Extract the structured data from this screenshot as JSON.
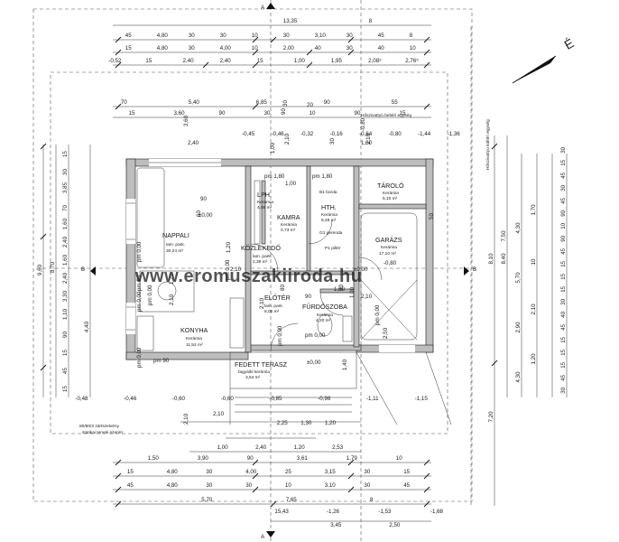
{
  "watermark": "www.eromuszakiiroda.hu",
  "compass": "É",
  "rooms": {
    "nappali": {
      "name": "NAPPALI",
      "floor": "lam. park.",
      "area": "30,24 m²"
    },
    "konyha": {
      "name": "KONYHA",
      "floor": "Kerámia",
      "area": "11,52 m²"
    },
    "lph": {
      "name": "LPH.",
      "floor": "Kerámia",
      "area": "4,85 m²"
    },
    "kamra": {
      "name": "KAMRA",
      "floor": "Kerámia",
      "area": "0,73 m²"
    },
    "hth": {
      "name": "HTH.",
      "floor": "Kerámia",
      "area": "8,48 m²"
    },
    "kozlekedo": {
      "name": "KÖZLEKEDŐ",
      "floor": "lam. park.",
      "area": "2,39 m²"
    },
    "eloter": {
      "name": "ELŐTÉR",
      "floor": "lam. park.",
      "area": "8,05 m²"
    },
    "furdoszoba": {
      "name": "FÜRDŐSZOBA",
      "floor": "Kerámia",
      "area": "4,20 m²"
    },
    "tarolo": {
      "name": "TÁROLÓ",
      "floor": "Kerámia",
      "area": "5,10 m²"
    },
    "garazs": {
      "name": "GARÁZS",
      "floor": "Kerámia",
      "area": "17,10 m²"
    },
    "terasz": {
      "name": "FEDETT TERASZ",
      "floor": "fagyálló kerámia",
      "area": "3,54 m²"
    }
  },
  "labels": {
    "hoszivattyu_kulteri": "Hőszivattyú kültéri egység",
    "hoszivattyu_belteri": "Hőszivattyú beltéri egység",
    "b1_borda": "B1 borda",
    "g1_gerenda": "G1 gerenda",
    "p1_piller": "P1 pillér",
    "zartszelveny": "80/80/3 zártszelvény",
    "statikai": "statikai tervek szerint",
    "pm180a": "pm 1,80",
    "pm180b": "pm 1,80",
    "pm90a": "pm 90",
    "pm90b": "pm 90",
    "pm000a": "pm 0,00",
    "pm000b": "pm 0,00",
    "pm000c": "pm 0,00",
    "pm000d": "pm 0,00",
    "pm000e": "pm 0,00",
    "pm000f": "pm 0,00",
    "pm000g": "pm 0,00",
    "pm000h": "pm 0,00",
    "elev_000a": "±0,00",
    "elev_000b": "±0,00",
    "elev_000c": "±0,00",
    "section_b_left": "B",
    "section_b_right": "B",
    "section_a_top": "A",
    "section_a_bottom": "A"
  },
  "top_dims": {
    "row1": [
      "13,35",
      "8"
    ],
    "row2": [
      "45",
      "4,80",
      "30",
      "30",
      "10",
      "30",
      "3,10",
      "30",
      "45",
      "8"
    ],
    "row3": [
      "15",
      "4,80",
      "30",
      "4,00",
      "10",
      "2,00",
      "40",
      "30",
      "40",
      "10"
    ],
    "row4": [
      "-0,52",
      "15",
      "2,40",
      "2,40",
      "15",
      "1,00",
      "1,95",
      "2,08⁵",
      "2,76⁵"
    ],
    "row5": [
      "70",
      "5,40",
      "6,85",
      "90",
      "55"
    ],
    "row6": [
      "15",
      "3,60",
      "90",
      "30",
      "10",
      "90",
      "15"
    ],
    "levels": [
      "-0,45",
      "-0,46",
      "-0,32",
      "-0,16",
      "-0,64",
      "-0,80",
      "-1,44",
      "-1,36"
    ]
  },
  "bottom_dims": {
    "row1": [
      "1,50",
      "3,90",
      "90",
      "3,61",
      "1,79",
      "10"
    ],
    "row2": [
      "15",
      "4,80",
      "30",
      "4,00",
      "25",
      "3,15",
      "30",
      "15"
    ],
    "row3": [
      "45",
      "4,80",
      "30",
      "30",
      "10",
      "3,10",
      "30",
      "45"
    ],
    "row4": [
      "5,70",
      "7,65",
      "8"
    ],
    "row5": [
      "15,43",
      "-1,26",
      "-1,53",
      "-1,68"
    ],
    "row6": [
      "3,45",
      "2,50"
    ],
    "mid": [
      "1,00",
      "2,40",
      "1,20",
      "2,53"
    ],
    "mid2": [
      "2,25",
      "1,30",
      "1,20"
    ],
    "levels": [
      "-0,48",
      "-0,46",
      "-0,60",
      "-0,60",
      "-0,85",
      "-0,98",
      "-1,11",
      "-1,15"
    ]
  },
  "left_dims": {
    "outer": [
      "9,60"
    ],
    "col2": [
      "8,70"
    ],
    "col3": [
      "15",
      "30",
      "3,85",
      "70",
      "1,60",
      "2,40",
      "1,60",
      "2,40",
      "3,30",
      "1,10",
      "90",
      "15",
      "45",
      "15"
    ],
    "col4": [
      "4,40"
    ]
  },
  "right_dims": {
    "outer": [
      "8,10",
      "7,20"
    ],
    "col2": [
      "7,50",
      "8,40"
    ],
    "col3": [
      "4,30",
      "5,70",
      "2,90",
      "4,30"
    ],
    "col4": [
      "1,70",
      "10",
      "2,10",
      "1,20"
    ],
    "col5": [
      "30",
      "15",
      "45",
      "30",
      "45",
      "90",
      "10",
      "90",
      "45",
      "15",
      "15",
      "15",
      "30",
      "40",
      "45",
      "15",
      "15",
      "15",
      "45",
      "30"
    ]
  },
  "inner_dims": [
    "2,40",
    "3,60",
    "1,20",
    "2,10",
    "1,20",
    "2,10",
    "2,10",
    "2,10",
    "60",
    "90",
    "1,00",
    "2,10",
    "1,00",
    "30",
    "-0,80",
    "-0,80",
    "50",
    "1,40",
    "1,00",
    "2,10",
    "2,50",
    "90",
    "90",
    "30",
    "20",
    "80",
    "2,10",
    "1,00",
    "80",
    "1,00",
    "2,10"
  ]
}
